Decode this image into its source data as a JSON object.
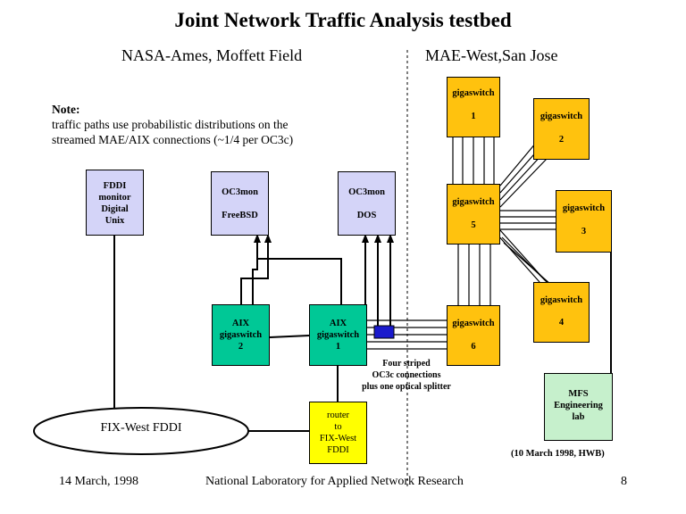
{
  "title": "Joint Network Traffic Analysis testbed",
  "sites": {
    "left": "NASA-Ames, Moffett Field",
    "right": "MAE-West,San Jose"
  },
  "note": {
    "heading": "Note:",
    "line1": "traffic paths use probabilistic distributions on the",
    "line2": "streamed MAE/AIX connections (~1/4 per OC3c)"
  },
  "nodes": {
    "fddi_monitor": [
      "FDDI",
      "monitor",
      "Digital",
      "Unix"
    ],
    "oc3mon_freebsd": {
      "name": "OC3mon",
      "os": "FreeBSD"
    },
    "oc3mon_dos": {
      "name": "OC3mon",
      "os": "DOS"
    },
    "aix2": [
      "AIX",
      "gigaswitch",
      "2"
    ],
    "aix1": [
      "AIX",
      "gigaswitch",
      "1"
    ],
    "router": [
      "router",
      "to",
      "FIX-West",
      "FDDI"
    ],
    "fix_west": "FIX-West FDDI",
    "gs1": {
      "name": "gigaswitch",
      "num": "1"
    },
    "gs2": {
      "name": "gigaswitch",
      "num": "2"
    },
    "gs3": {
      "name": "gigaswitch",
      "num": "3"
    },
    "gs4": {
      "name": "gigaswitch",
      "num": "4"
    },
    "gs5": {
      "name": "gigaswitch",
      "num": "5"
    },
    "gs6": {
      "name": "gigaswitch",
      "num": "6"
    },
    "mfs": [
      "MFS",
      "Engineering",
      "lab"
    ]
  },
  "annotations": {
    "striped": [
      "Four striped",
      "OC3c connections",
      "plus one optical splitter"
    ],
    "credit": "(10 March 1998, HWB)"
  },
  "footer": {
    "date": "14 March, 1998",
    "org": "National Laboratory for Applied Network Research",
    "page": "8"
  },
  "colors": {
    "lavender": "#d4d4f8",
    "gold": "#ffc20e",
    "green": "#00c896",
    "light_green": "#c6f0cc",
    "yellow": "#ffff00",
    "splitter": "#1a1acc"
  }
}
